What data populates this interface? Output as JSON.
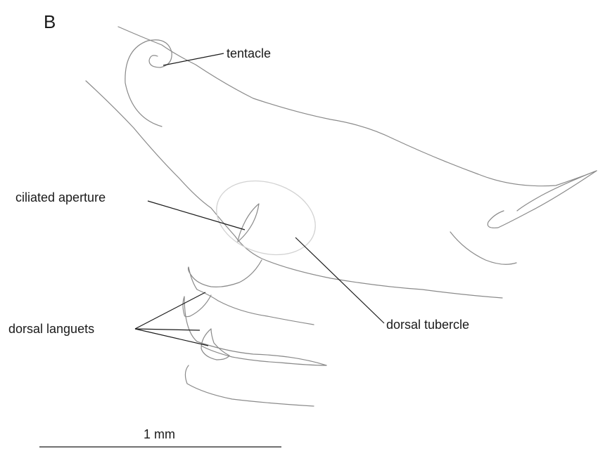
{
  "panel_letter": "B",
  "labels": {
    "tentacle": "tentacle",
    "ciliated_aperture": "ciliated aperture",
    "dorsal_tubercle": "dorsal tubercle",
    "dorsal_languets": "dorsal languets"
  },
  "scale_bar": {
    "label": "1 mm"
  },
  "colors": {
    "outline": "#8a8a8a",
    "tubercle": "#d2d2d2",
    "text": "#1a1a1a"
  }
}
